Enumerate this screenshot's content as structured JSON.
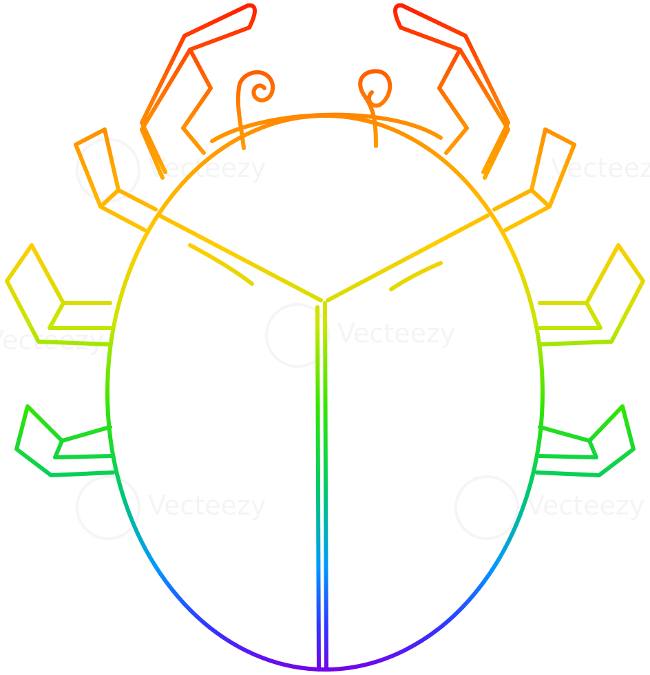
{
  "illustration": {
    "subject": "beetle-line-drawing",
    "style": "rainbow-gradient-outline",
    "background": "#ffffff",
    "gradient_stops": [
      "#ff1a00",
      "#ff8c00",
      "#ffcc00",
      "#c8e600",
      "#33e600",
      "#00cc66",
      "#0099ff",
      "#3333ff",
      "#7a00e6"
    ]
  },
  "watermark": {
    "text": "Vecteezy",
    "color": "#000000"
  }
}
